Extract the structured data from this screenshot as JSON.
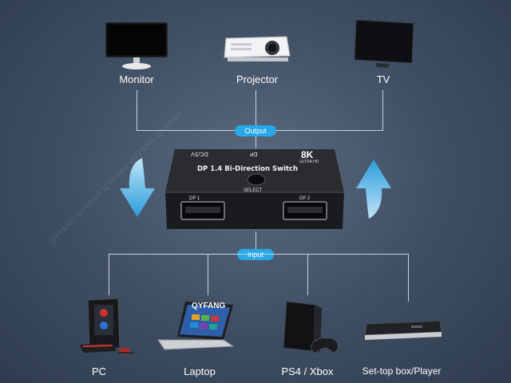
{
  "outputs": {
    "pill": "Output",
    "devices": [
      {
        "label": "Monitor",
        "icon": "monitor-icon"
      },
      {
        "label": "Projector",
        "icon": "projector-icon"
      },
      {
        "label": "TV",
        "icon": "tv-icon"
      }
    ]
  },
  "inputs": {
    "pill": "Input",
    "devices": [
      {
        "label": "PC",
        "icon": "pc-tower-icon"
      },
      {
        "label": "Laptop",
        "icon": "laptop-icon"
      },
      {
        "label": "PS4 / Xbox",
        "icon": "game-console-icon"
      },
      {
        "label": "Set-top box/Player",
        "icon": "set-top-box-icon"
      }
    ]
  },
  "switch": {
    "title": "DP 1.4 Bi-Direction Switch",
    "badge": "8K",
    "badge_sub": "ULTRA HD",
    "dc_label": "DC/5V",
    "dp_top_label": "DP",
    "select_label": "SELECT",
    "port1_label": "DP 1",
    "port2_label": "DP 2"
  },
  "laptop_screen_text": "QYFANG",
  "watermark": "QYFANG QYFANG QYFANG QYFANG QYFANG",
  "colors": {
    "accent": "#29a8e8",
    "background": "#3e4d61",
    "line": "#c9d2dc"
  }
}
